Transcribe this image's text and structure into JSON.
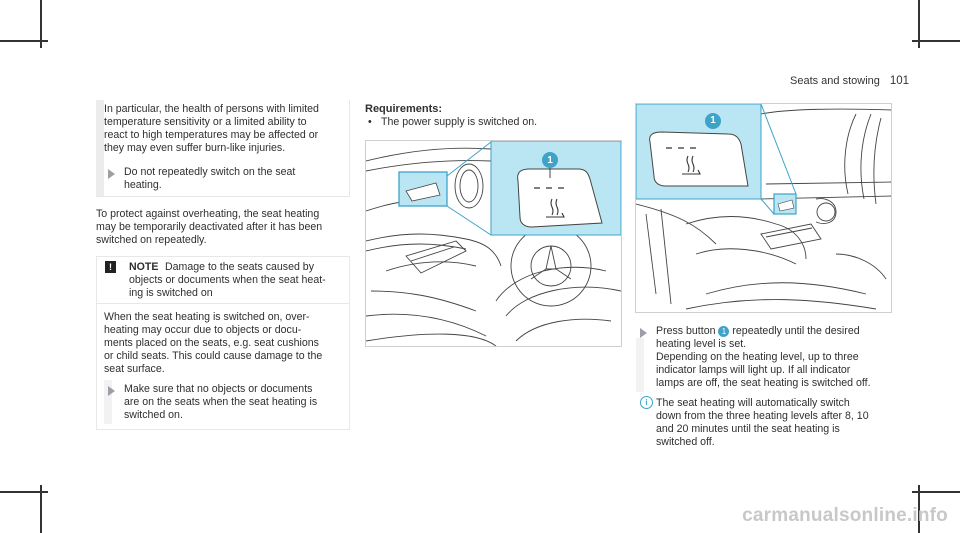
{
  "header": {
    "title": "Seats and stowing",
    "page_number": "101"
  },
  "left_column": {
    "warning_paragraph": [
      "In particular, the health of persons with limited",
      "temperature sensitivity or a limited ability to",
      "react to high temperatures may be affected or",
      "they may even suffer burn-like injuries."
    ],
    "warning_action": [
      "Do not repeatedly switch on the seat",
      "heating."
    ],
    "protect_paragraph": [
      "To protect against overheating, the seat heating",
      "may be temporarily deactivated after it has been",
      "switched on repeatedly."
    ],
    "note_title": "NOTE",
    "note_lines": [
      "Damage to the seats caused by",
      "objects or documents when the seat heat-",
      "ing is switched on"
    ],
    "note_paragraph": [
      "When the seat heating is switched on, over-",
      "heating may occur due to objects or docu-",
      "ments placed on the seats, e.g. seat cushions",
      "or child seats. This could cause damage to the",
      "seat surface."
    ],
    "note_action": [
      "Make sure that no objects or documents",
      "are on the seats when the seat heating is",
      "switched on."
    ]
  },
  "middle_column": {
    "requirements_title": "Requirements:",
    "requirements_item": "The power supply is switched on.",
    "callout": "1"
  },
  "right_column": {
    "callout": "1",
    "step_prefix": "Press button",
    "step_badge": "1",
    "step_lines": [
      "repeatedly until the desired",
      "heating level is set.",
      "Depending on the heating level, up to three",
      "indicator lamps will light up. If all indicator",
      "lamps are off, the seat heating is switched off."
    ],
    "info_lines": [
      "The seat heating will automatically switch",
      "down from the three heating levels after 8, 10",
      "and 20 minutes until the seat heating is",
      "switched off."
    ]
  },
  "footer": {
    "watermark": "carmanualsonline.info"
  },
  "colors": {
    "accent": "#3da3c9",
    "highlight_bg": "#b9e6f2"
  }
}
